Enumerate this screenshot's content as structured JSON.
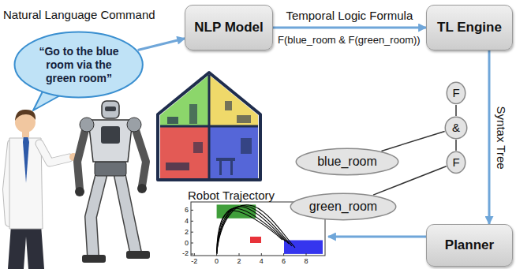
{
  "diagram": {
    "nodes": [
      {
        "text": [
          "“Go to the blue room via the green room”"
        ]
      },
      {
        "text": [
          "NLP Model"
        ]
      },
      {
        "text": [
          "TL Engine"
        ]
      },
      {
        "text": [
          "F"
        ]
      },
      {
        "text": [
          "&"
        ]
      },
      {
        "text": [
          "blue_room"
        ]
      },
      {
        "text": [
          "F"
        ]
      },
      {
        "text": [
          "green_room"
        ]
      },
      {
        "text": [
          "Planner"
        ]
      },
      {
        "text": [
          "Robot Trajectory"
        ]
      }
    ],
    "edges": [
      {
        "from": 0,
        "to": 1,
        "arrow": "to"
      },
      {
        "from": 1,
        "to": 2,
        "arrow": "to",
        "label": "Temporal Logic Formula"
      },
      {
        "from": 2,
        "to": 8,
        "arrow": "to",
        "label": "Syntax Tree"
      },
      {
        "from": 8,
        "to": 9,
        "arrow": "to"
      },
      {
        "from": 3,
        "to": 4,
        "arrow": "none"
      },
      {
        "from": 4,
        "to": 5,
        "arrow": "none"
      },
      {
        "from": 4,
        "to": 6,
        "arrow": "none"
      },
      {
        "from": 6,
        "to": 7,
        "arrow": "none"
      }
    ],
    "labels": [
      "Natural Language Command",
      "F(blue_room & F(green_room))",
      "6",
      "4",
      "2",
      "0",
      "-2",
      "-2",
      "0",
      "2",
      "4",
      "6",
      "8"
    ]
  }
}
